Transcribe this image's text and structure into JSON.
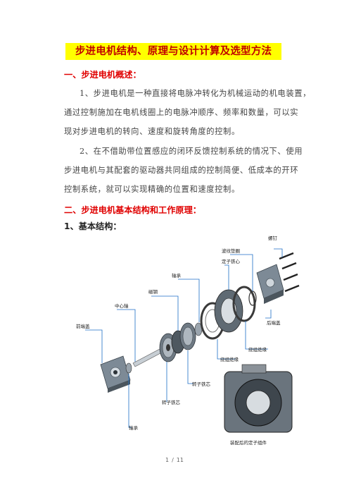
{
  "title": "步进电机结构、原理与设计计算及选型方法",
  "section1": {
    "heading": "一、步进电机概述：",
    "para1": [
      "1、步进电机是一种直接将电脉冲转化为机械运动的机电装置，",
      "通过控制施加在电机线圈上的电脉冲顺序、频率和数量，可以实",
      "现对步进电机的转向、速度和旋转角度的控制。"
    ],
    "para2": [
      "2、在不借助带位置感应的闭环反馈控制系统的情况下、使用",
      "步进电机与其配套的驱动器共同组成的控制简便、低成本的开环",
      "控制系统，就可以实现精确的位置和速度控制。"
    ]
  },
  "section2": {
    "heading": "二、步进电机基本结构和工作原理：",
    "sub1": "1、基本结构："
  },
  "figure": {
    "labels": {
      "screw": "螺钉",
      "wave_washer": "波纹垫圈",
      "stator_core": "定子铁心",
      "bearing_top": "轴承",
      "magnet": "磁钢",
      "center_shaft": "中心轴",
      "front_cover": "前端盖",
      "rear_cover": "后端盖",
      "winding_insulation_1": "绕组绝缘",
      "winding_insulation_2": "绕组绝缘",
      "rotor_core_1": "转子铁芯",
      "rotor_core_2": "转子铁芯",
      "bearing_bottom": "轴承",
      "assembled_stator": "装配后的定子组件"
    }
  },
  "footer": {
    "page": "1",
    "sep": "/",
    "total": "11"
  },
  "colors": {
    "title_bg": "#ffff00",
    "title_text": "#c00000",
    "heading_red": "#e00000",
    "leader_line": "#1c6fc7"
  }
}
